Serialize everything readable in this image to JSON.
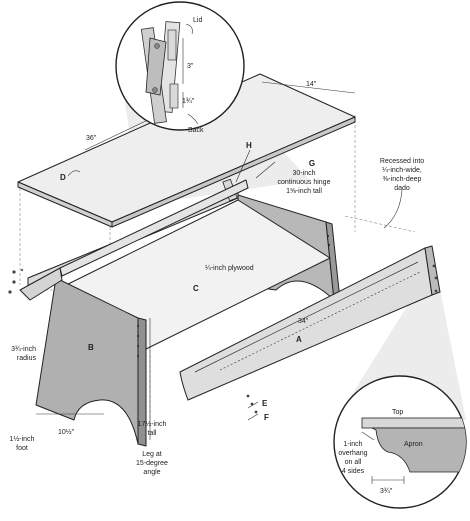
{
  "labels": {
    "lid": "Lid",
    "dim_3": "3\"",
    "dim_1_3_4": "1¾\"",
    "back": "Back",
    "dim_14": "14\"",
    "dim_36": "36\"",
    "part_d": "D",
    "part_h": "H",
    "part_g": "G",
    "hinge_1": "30-inch",
    "hinge_2": "continuous hinge",
    "hinge_3": "1⅝-inch tall",
    "dado_1": "Recessed into",
    "dado_2": "¼-inch-wide,",
    "dado_3": "⅜-inch-deep",
    "dado_4": "dado",
    "plywood": "¼-inch plywood",
    "part_c": "C",
    "dim_34": "34\"",
    "part_a": "A",
    "part_b": "B",
    "radius_1": "3¾-inch",
    "radius_2": "radius",
    "part_e": "E",
    "part_f": "F",
    "foot_1": "1½-inch",
    "foot_2": "foot",
    "dim_10_1_2": "10½\"",
    "tall_1": "17½-inch",
    "tall_2": "tall",
    "leg_1": "Leg at",
    "leg_2": "15-degree",
    "leg_3": "angle",
    "top": "Top",
    "apron": "Apron",
    "overhang_1": "1-inch",
    "overhang_2": "overhang",
    "overhang_3": "on all",
    "overhang_4": "4 sides",
    "dim_3_3_4": "3¾\""
  }
}
